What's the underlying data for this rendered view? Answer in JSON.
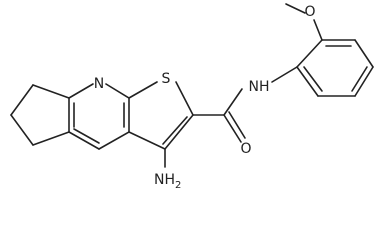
{
  "diagram": {
    "type": "chemical-structure",
    "atom_labels": {
      "ring_nitrogen": "N",
      "sulfur": "S",
      "amide_nh": "NH",
      "amide_oxygen": "O",
      "methoxy_oxygen": "O",
      "amino_group": "NH",
      "amino_subscript": "2"
    },
    "colors": {
      "bond": "#222222",
      "background": "#ffffff"
    }
  }
}
